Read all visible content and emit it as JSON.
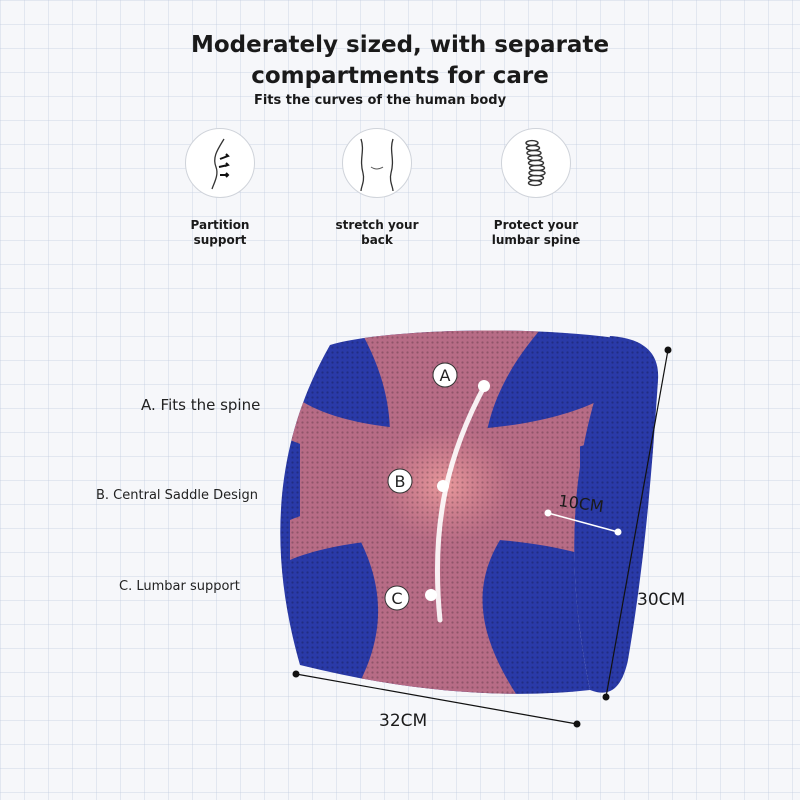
{
  "heading": {
    "line1": "Moderately sized, with separate",
    "line2": "compartments for care",
    "subtitle": "Fits the curves of the human body"
  },
  "features": [
    {
      "icon": "torso-arrows-icon",
      "label": "Partition\nsupport"
    },
    {
      "icon": "back-outline-icon",
      "label": "stretch your\nback"
    },
    {
      "icon": "spine-icon",
      "label": "Protect your\nlumbar spine"
    }
  ],
  "callouts": {
    "a": "A. Fits the spine",
    "b": "B. Central Saddle Design",
    "c": "C. Lumbar support"
  },
  "markers": {
    "a": "A",
    "b": "B",
    "c": "C"
  },
  "dimensions": {
    "depth": "10CM",
    "height": "30CM",
    "width": "32CM"
  },
  "colors": {
    "blue": "#2a3aa8",
    "pink": "#b76c86",
    "center": "#d9868e"
  }
}
